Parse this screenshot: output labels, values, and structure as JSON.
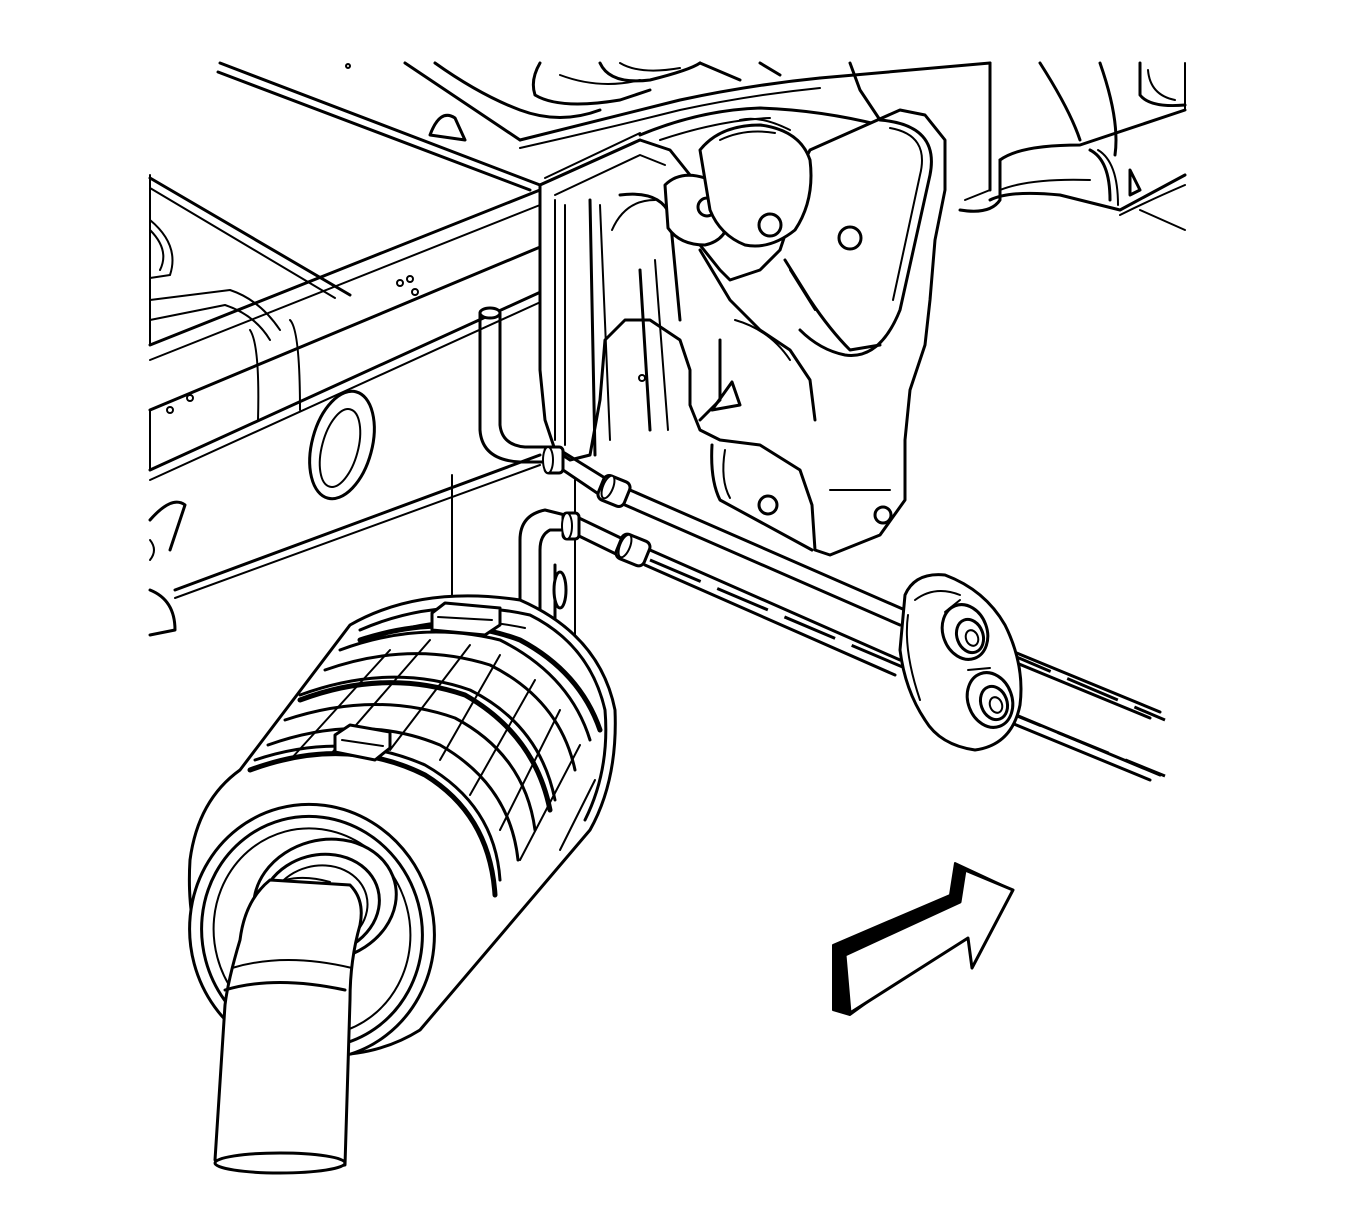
{
  "diagram": {
    "kind": "service-procedure-illustration",
    "components": [
      "vehicle-frame-rail",
      "frame-crossmember-bracket",
      "fuel-pipes",
      "pipe-retainer-clip",
      "exhaust-muffler",
      "tailpipe",
      "direction-arrow"
    ],
    "direction_arrow": {
      "meaning": "installation-direction",
      "icon": "hollow-arrow-up-right"
    },
    "colors": {
      "line": "#000000",
      "background": "#ffffff",
      "arrow_shadow": "#000000"
    }
  }
}
